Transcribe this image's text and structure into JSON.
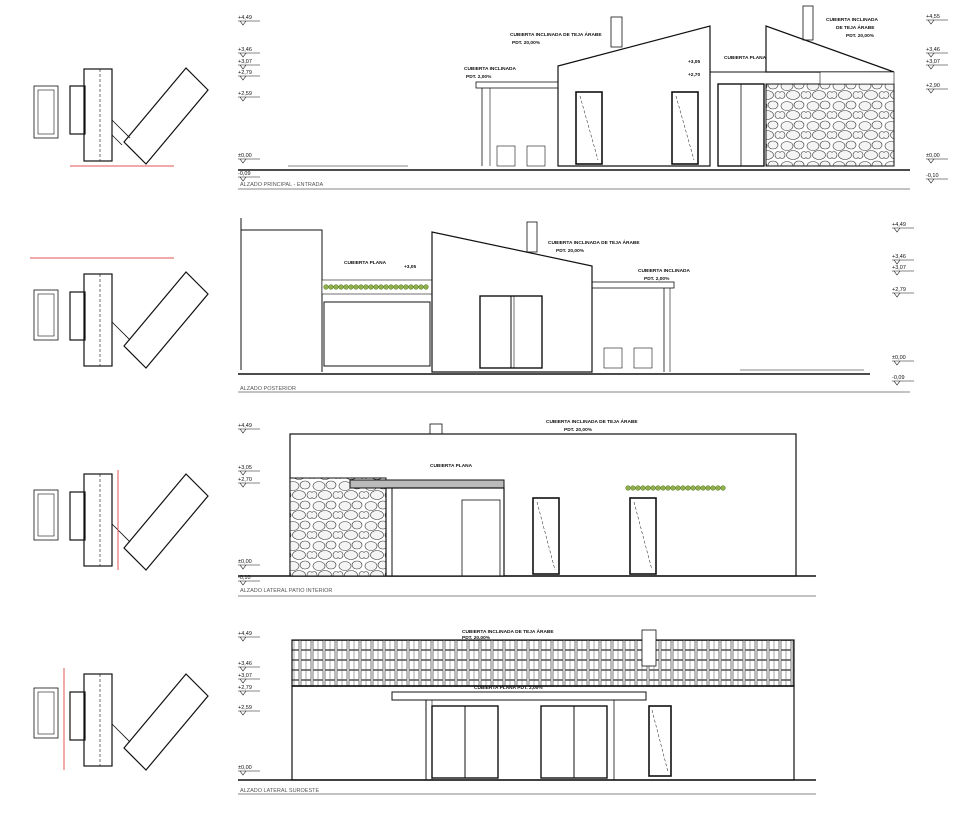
{
  "colors": {
    "line": "#111111",
    "highlight": "#e05555",
    "vegetation": "#8fae4c",
    "stone": "#d9d9d9"
  },
  "elevations": [
    {
      "caption": "ALZADO PRINCIPAL - ENTRADA",
      "left_levels": [
        "+4,49",
        "+3,46",
        "+3,07",
        "+2,79",
        "+2,59",
        "±0,00",
        "-0,09"
      ],
      "right_levels": [
        "+4,55",
        "+3,46",
        "+3,07",
        "+2,90",
        "±0,00",
        "-0,10"
      ],
      "notes": [
        "CUBIERTA INCLINADA DE TEJA ÁRABE",
        "PDT. 20,00%",
        "CUBIERTA INCLINADA",
        "PDT. 2,00%",
        "+3,05",
        "+2,70",
        "CUBIERTA PLANA",
        "CUBIERTA INCLINADA",
        "DE TEJA ÁRABE",
        "PDT. 20,00%"
      ]
    },
    {
      "caption": "ALZADO POSTERIOR",
      "left_levels": [],
      "right_levels": [
        "+4,49",
        "+3,46",
        "+3,07",
        "+2,79",
        "±0,00",
        "-0,09"
      ],
      "notes": [
        "CUBIERTA PLANA",
        "+3,05",
        "CUBIERTA INCLINADA DE TEJA ÁRABE",
        "PDT. 20,00%",
        "CUBIERTA INCLINADA",
        "PDT. 2,00%"
      ]
    },
    {
      "caption": "ALZADO LATERAL PATIO INTERIOR",
      "left_levels": [
        "+4,49",
        "+3,05",
        "+2,70",
        "±0,00",
        "-0,10"
      ],
      "right_levels": [],
      "notes": [
        "CUBIERTA INCLINADA DE TEJA ÁRABE",
        "PDT. 20,00%",
        "CUBIERTA PLANA"
      ]
    },
    {
      "caption": "ALZADO LATERAL SUROESTE",
      "left_levels": [
        "+4,49",
        "+3,46",
        "+3,07",
        "+2,79",
        "+2,59",
        "±0,00"
      ],
      "right_levels": [],
      "notes": [
        "CUBIERTA INCLINADA DE TEJA ÁRABE",
        "PDT. 20,00%",
        "CUBIERTA PLANA PDT. 2,00%"
      ]
    }
  ]
}
